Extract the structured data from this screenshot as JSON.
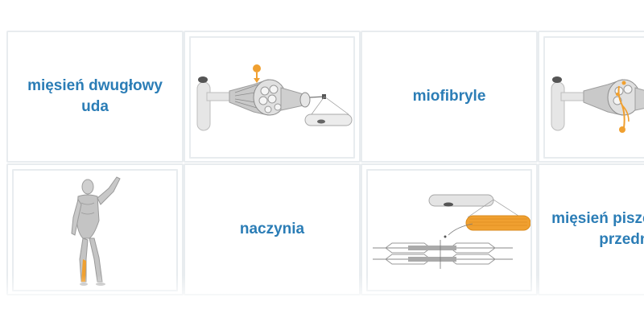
{
  "cards": {
    "c1": {
      "label": "mięsień dwugłowy uda"
    },
    "c2": {
      "image": "muscle-fiber-bundle-with-pin"
    },
    "c3": {
      "label": "miofibryle"
    },
    "c4": {
      "image": "muscle-bundle-with-vessels"
    },
    "c5": {
      "image": "human-figure-highlighted-leg-muscle"
    },
    "c6": {
      "label": "naczynia"
    },
    "c7": {
      "image": "sarcomere-myofibril-detail"
    },
    "c8": {
      "label": "mięsień piszczelowy przedni"
    }
  },
  "colors": {
    "label_text": "#2b7db6",
    "card_border": "#e8ecef",
    "highlight": "#f0a030"
  }
}
